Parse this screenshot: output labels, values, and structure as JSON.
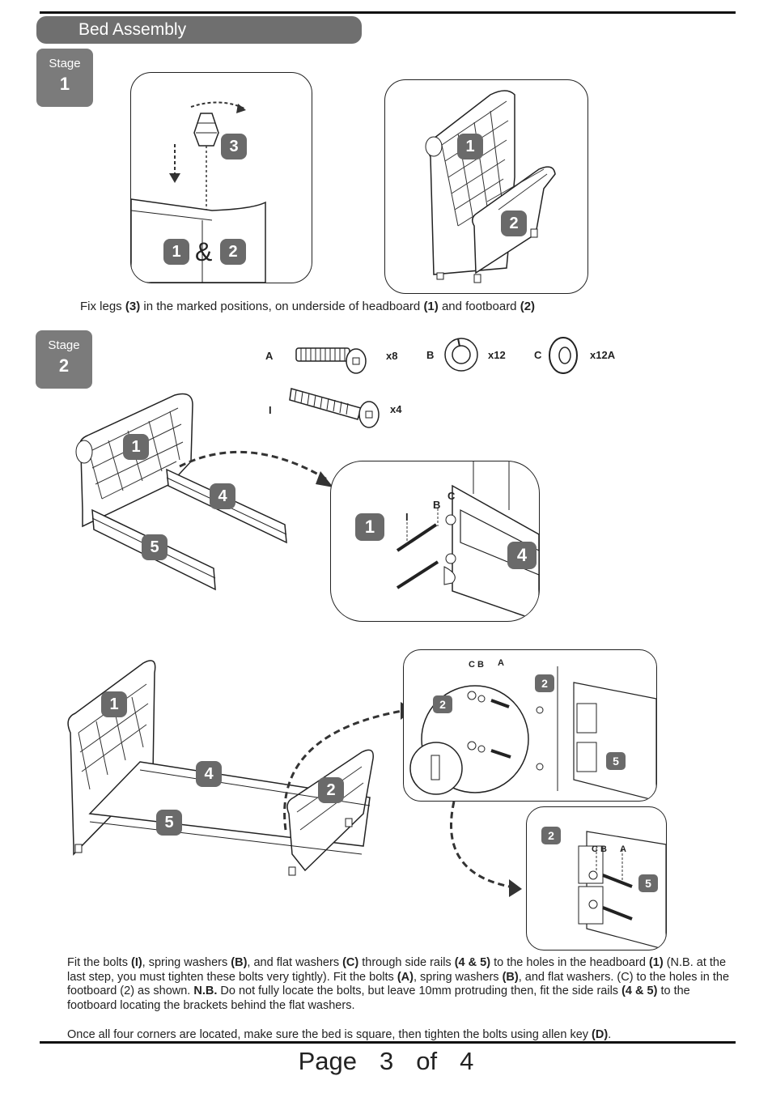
{
  "section": {
    "title": "Bed Assembly"
  },
  "stage1": {
    "label": "Stage",
    "number": "1",
    "callouts": {
      "leg": "3",
      "headboard": "1",
      "footboard": "2",
      "amp": "&"
    },
    "caption": {
      "t1": "Fix legs ",
      "b1": "(3)",
      "t2": " in the marked positions, on underside of headboard ",
      "b2": "(1)",
      "t3": " and footboard ",
      "b3": "(2)"
    }
  },
  "stage2": {
    "label": "Stage",
    "number": "2",
    "hardware": [
      {
        "letter": "A",
        "qty": "x8"
      },
      {
        "letter": "B",
        "qty": "x12"
      },
      {
        "letter": "C",
        "qty": "x12A"
      },
      {
        "letter": "I",
        "qty": "x4"
      }
    ],
    "callouts": {
      "headboard": "1",
      "rail_a": "4",
      "rail_b": "5",
      "footboard": "2"
    },
    "detail_letters": {
      "i": "I",
      "b": "B",
      "c": "C",
      "cb": "C B",
      "a": "A"
    }
  },
  "instructions": {
    "p1": {
      "t1": "Fit the bolts ",
      "b1": "(I)",
      "t2": ", spring washers ",
      "b2": "(B)",
      "t3": ", and flat washers ",
      "b3": "(C)",
      "t4": " through  side rails ",
      "b4": "(4 & 5)",
      "t5": " to the holes in the headboard ",
      "b5": "(1)",
      "t6": " (N.B. at the last step, you must tighten these bolts very tightly). Fit the bolts ",
      "b6": "(A)",
      "t7": ", spring washers ",
      "b7": "(B)",
      "t8": ", and flat washers. (C) to the holes in the footboard (2) as shown. ",
      "b8": "N.B.",
      "t9": " Do not fully locate the bolts, but leave 10mm protruding then, fit the side rails ",
      "b9": "(4 & 5)",
      "t10": " to the footboard locating the brackets behind the flat washers."
    },
    "p2": {
      "t1": "Once all four corners are located, make sure the bed is square, then tighten the bolts using allen key ",
      "b1": "(D)",
      "t2": "."
    }
  },
  "footer": {
    "page_word": "Page",
    "page_num": "3",
    "of_word": "of",
    "total": "4"
  }
}
